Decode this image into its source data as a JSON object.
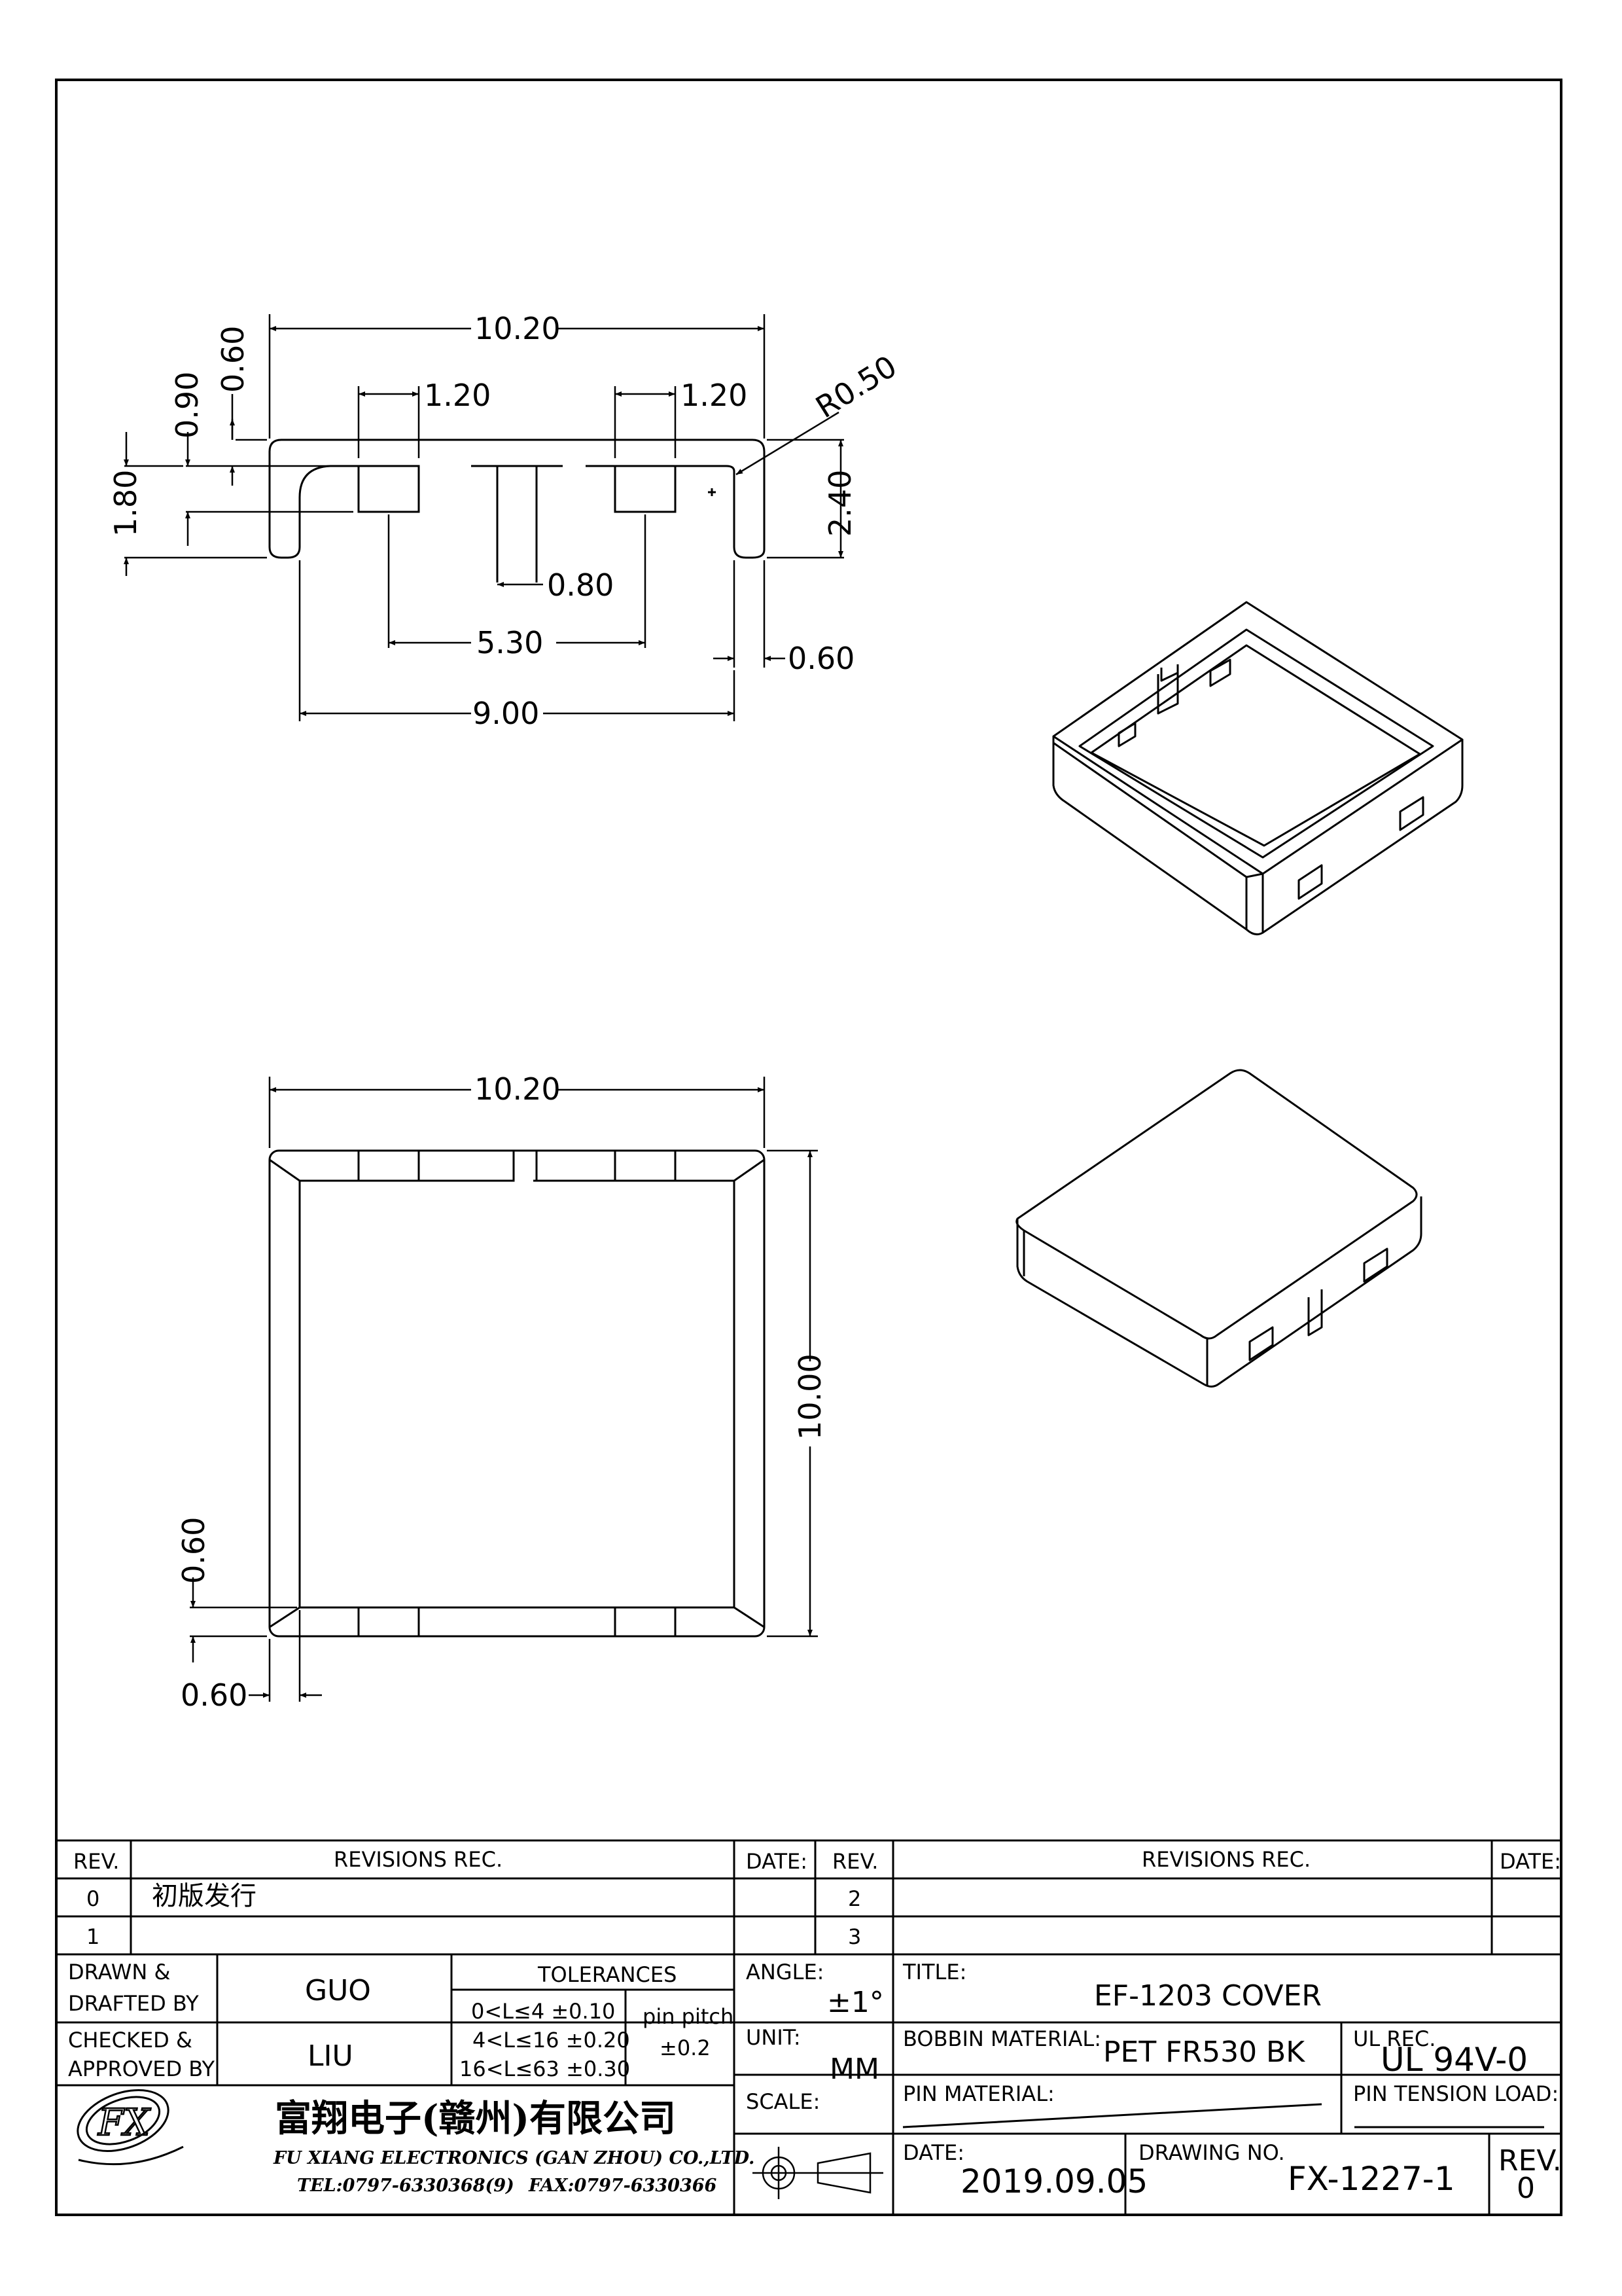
{
  "top_view": {
    "dims": {
      "width_overall": "10.20",
      "slot_left_w": "1.20",
      "slot_right_w": "1.20",
      "radius": "R0.50",
      "dim_060_top": "0.60",
      "dim_090": "0.90",
      "dim_180": "1.80",
      "dim_240": "2.40",
      "dim_080": "0.80",
      "dim_530": "5.30",
      "dim_060_right": "0.60",
      "dim_900": "9.00"
    }
  },
  "plan_view": {
    "dims": {
      "width_overall": "10.20",
      "depth_overall": "10.00",
      "wall_v": "0.60",
      "wall_h": "0.60"
    }
  },
  "title_block": {
    "hdr_rev": "REV.",
    "hdr_revisions_rec": "REVISIONS  REC.",
    "hdr_date": "DATE:",
    "hdr_rev2": "REV.",
    "hdr_revisions_rec2": "REVISIONS  REC.",
    "hdr_date2": "DATE:",
    "rev_0": "0",
    "rev_0_text": "初版发行",
    "rev_1": "1",
    "rev_2": "2",
    "rev_3": "3",
    "drawn_label_1": "DRAWN &",
    "drawn_label_2": "DRAFTED BY",
    "drawn_by": "GUO",
    "checked_label_1": "CHECKED &",
    "checked_label_2": "APPROVED BY",
    "checked_by": "LIU",
    "tolerances_label": "TOLERANCES",
    "tol_1": "0<L≤4   ±0.10",
    "tol_2": "4<L≤16  ±0.20",
    "tol_3": "16<L≤63 ±0.30",
    "pin_pitch_label": "pin pitch",
    "pin_pitch_value": "±0.2",
    "angle_label": "ANGLE:",
    "angle_value": "±1°",
    "unit_label": "UNIT:",
    "unit_value": "MM",
    "scale_label": "SCALE:",
    "title_label": "TITLE:",
    "title_value": "EF-1203  COVER",
    "bobbin_material_label": "BOBBIN MATERIAL:",
    "bobbin_material_value": "PET  FR530  BK",
    "ul_rec_label": "UL REC.",
    "ul_rec_value": "UL  94V-0",
    "pin_material_label": "PIN MATERIAL:",
    "pin_tension_label": "PIN TENSION LOAD:",
    "date_label": "DATE:",
    "date_value": "2019.09.05",
    "drawing_no_label": "DRAWING NO.",
    "drawing_no_value": "FX-1227-1",
    "rev_label": "REV.",
    "rev_value": "0",
    "company_cn": "富翔电子(赣州)有限公司",
    "company_en": "FU XIANG ELECTRONICS (GAN ZHOU) CO.,LTD.",
    "tel": "TEL:0797-6330368(9)",
    "fax": "FAX:0797-6330366",
    "logo_text": "FX"
  },
  "colors": {
    "line": "#000000",
    "background": "#ffffff"
  }
}
